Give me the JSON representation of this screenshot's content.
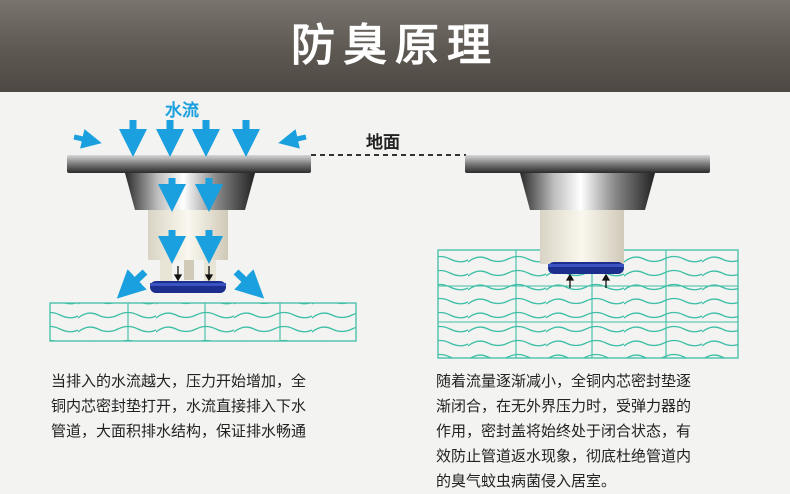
{
  "header": {
    "title": "防臭原理"
  },
  "diagram": {
    "water_label": "水流",
    "ground_label": "地面"
  },
  "captions": {
    "left_lines": [
      "当排入的水流越大，压力开始增加，全",
      "铜内芯密封垫打开，水流直接排入下水",
      "管道，大面积排水结构，保证排水畅通"
    ],
    "right_lines": [
      "随着流量逐渐减小，全铜内芯密封垫逐",
      "渐闭合，在无外界压力时，受弹力器的",
      "作用，密封盖将始终处于闭合状态，有",
      "效防止管道返水现象，彻底杜绝管道内",
      "的臭气蚊虫病菌侵入居室。"
    ]
  },
  "colors": {
    "arrow": "#1aa0de",
    "seal": "#1c2f8f",
    "water_line": "#3fbfa6",
    "header_bg": "#5e5852"
  }
}
